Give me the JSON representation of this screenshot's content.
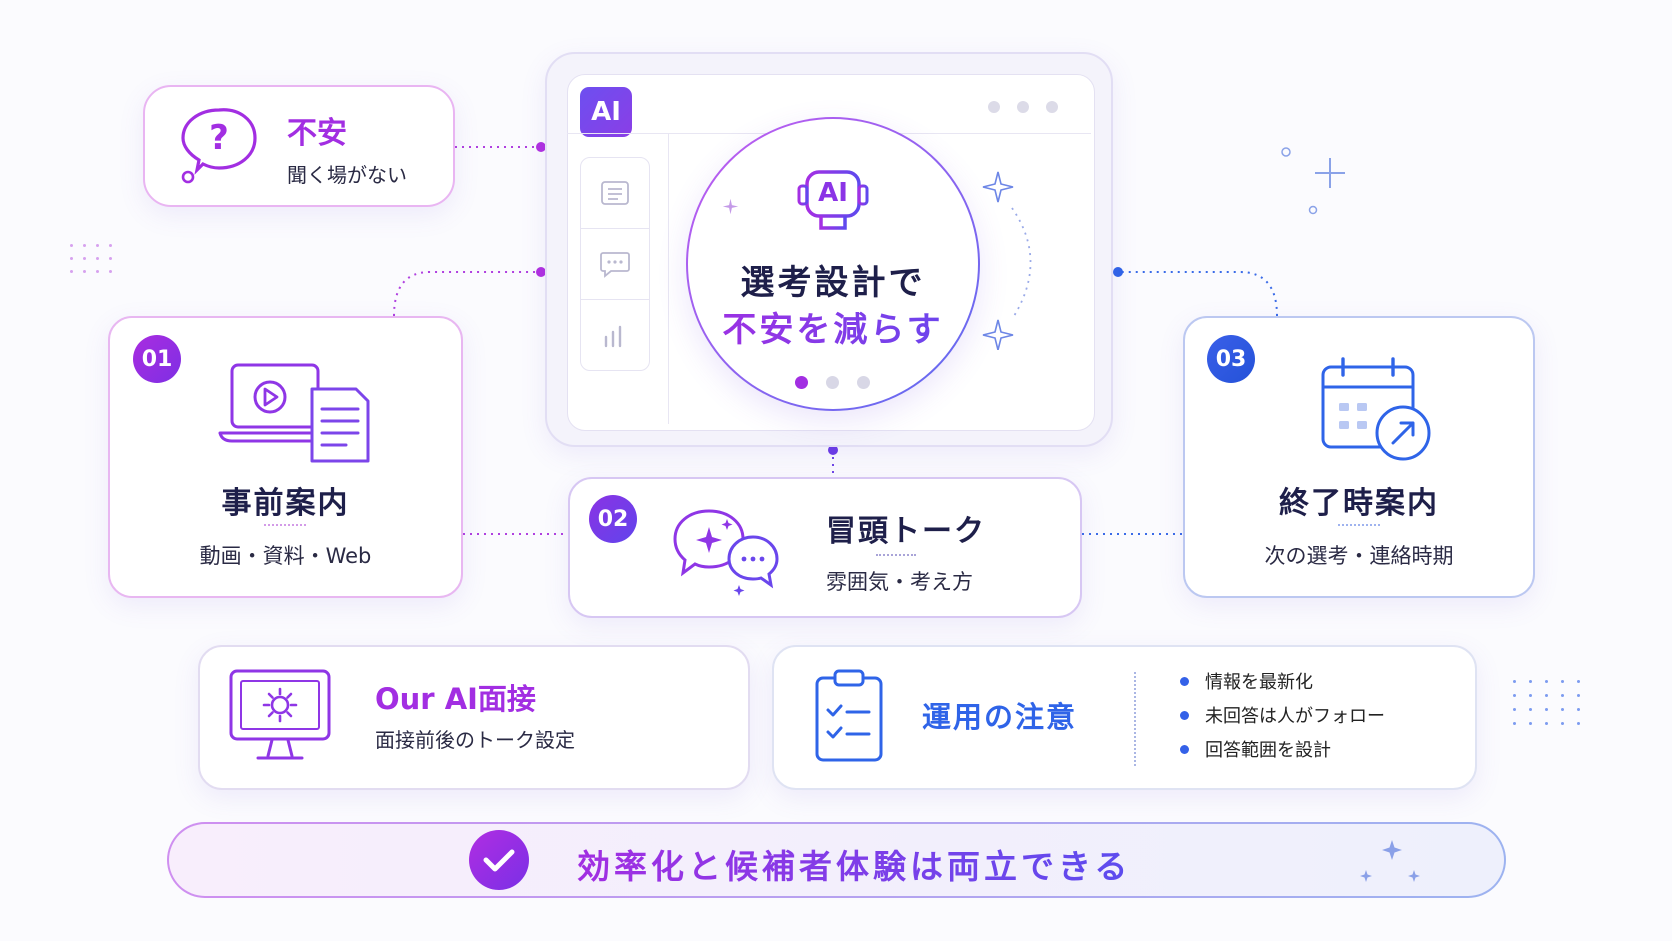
{
  "colors": {
    "purple": "#9f29e0",
    "violet": "#6a3ae6",
    "blue": "#2f64e8",
    "navy": "#1e1f4a"
  },
  "window": {
    "logo": "AI",
    "side_icons": [
      "list-icon",
      "chat-icon",
      "bar-chart-icon"
    ],
    "robot_label": "AI",
    "headline_line1": "選考設計で",
    "headline_line2": "不安を減らす",
    "pager_count": 3,
    "pager_active": 1
  },
  "anxiety": {
    "title": "不安",
    "subtitle": "聞く場がない",
    "icon": "question-bubble-icon"
  },
  "step1": {
    "number": "01",
    "title": "事前案内",
    "subtitle": "動画・資料・Web",
    "icon": "video-document-icon"
  },
  "step2": {
    "number": "02",
    "title": "冒頭トーク",
    "subtitle": "雰囲気・考え方",
    "icon": "chat-sparkle-icon"
  },
  "step3": {
    "number": "03",
    "title": "終了時案内",
    "subtitle": "次の選考・連絡時期",
    "icon": "calendar-arrow-icon"
  },
  "our_ai": {
    "title": "Our AI面接",
    "subtitle": "面接前後のトーク設定",
    "icon": "monitor-gear-icon"
  },
  "caution": {
    "title": "運用の注意",
    "icon": "clipboard-check-icon",
    "items": [
      "情報を最新化",
      "未回答は人がフォロー",
      "回答範囲を設計"
    ]
  },
  "footer": {
    "text": "効率化と候補者体験は両立できる",
    "icon": "check-circle-icon"
  }
}
